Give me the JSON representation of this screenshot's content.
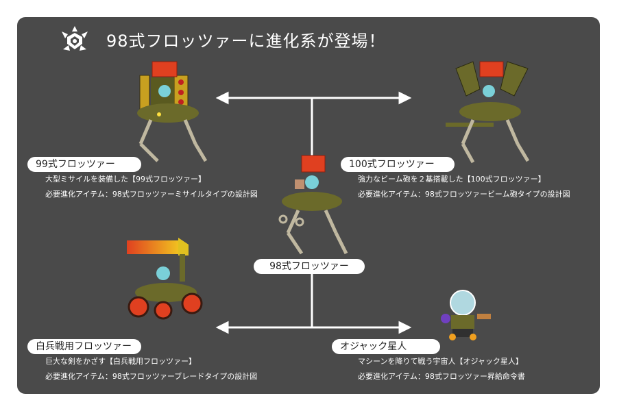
{
  "header": {
    "title": "98式フロッツァーに進化系が登場！"
  },
  "center": {
    "name": "98式フロッツァー"
  },
  "variants": {
    "top_left": {
      "name": "99式フロッツァー",
      "desc1": "大型ミサイルを装備した【99式フロッツァー】",
      "desc2": "必要進化アイテム：98式フロッツァーミサイルタイプの設計図"
    },
    "top_right": {
      "name": "100式フロッツァー",
      "desc1": "強力なビーム砲を２基搭載した【100式フロッツァー】",
      "desc2": "必要進化アイテム：98式フロッツァービーム砲タイプの設計図"
    },
    "bottom_left": {
      "name": "白兵戦用フロッツァー",
      "desc1": "巨大な剣をかざす【白兵戦用フロッツァー】",
      "desc2": "必要進化アイテム：98式フロッツァーブレードタイプの設計図"
    },
    "bottom_right": {
      "name": "オジャック星人",
      "desc1": "マシーンを降りて戦う宇宙人【オジャック星人】",
      "desc2": "必要進化アイテム：98式フロッツァー昇給命令書"
    }
  },
  "colors": {
    "panel": "#4a4a4a",
    "accent_red": "#e04020",
    "body_olive": "#6b6a2a"
  }
}
